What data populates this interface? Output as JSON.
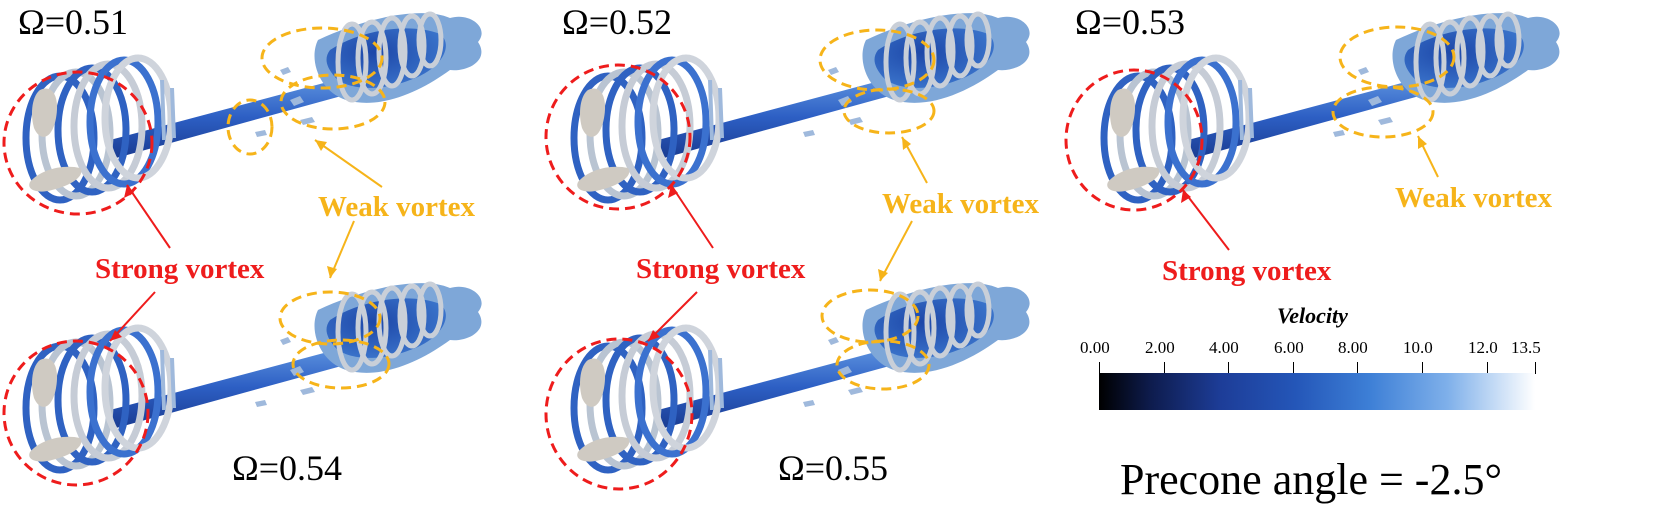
{
  "panels": [
    {
      "omega": "Ω=0.51"
    },
    {
      "omega": "Ω=0.52"
    },
    {
      "omega": "Ω=0.53"
    },
    {
      "omega": "Ω=0.54"
    },
    {
      "omega": "Ω=0.55"
    }
  ],
  "annotations": {
    "strong_label": "Strong vortex",
    "weak_label": "Weak vortex",
    "strong_color": "#ee1c1c",
    "weak_color": "#f6b41a"
  },
  "colorbar": {
    "title": "Velocity",
    "ticks": [
      "0.00",
      "2.00",
      "4.00",
      "6.00",
      "8.00",
      "10.0",
      "12.0",
      "13.5"
    ],
    "min": 0.0,
    "max": 13.5,
    "colors": [
      "#000000",
      "#1d3d98",
      "#3d7fd6",
      "#ffffff"
    ]
  },
  "caption": "Precone angle = -2.5°"
}
